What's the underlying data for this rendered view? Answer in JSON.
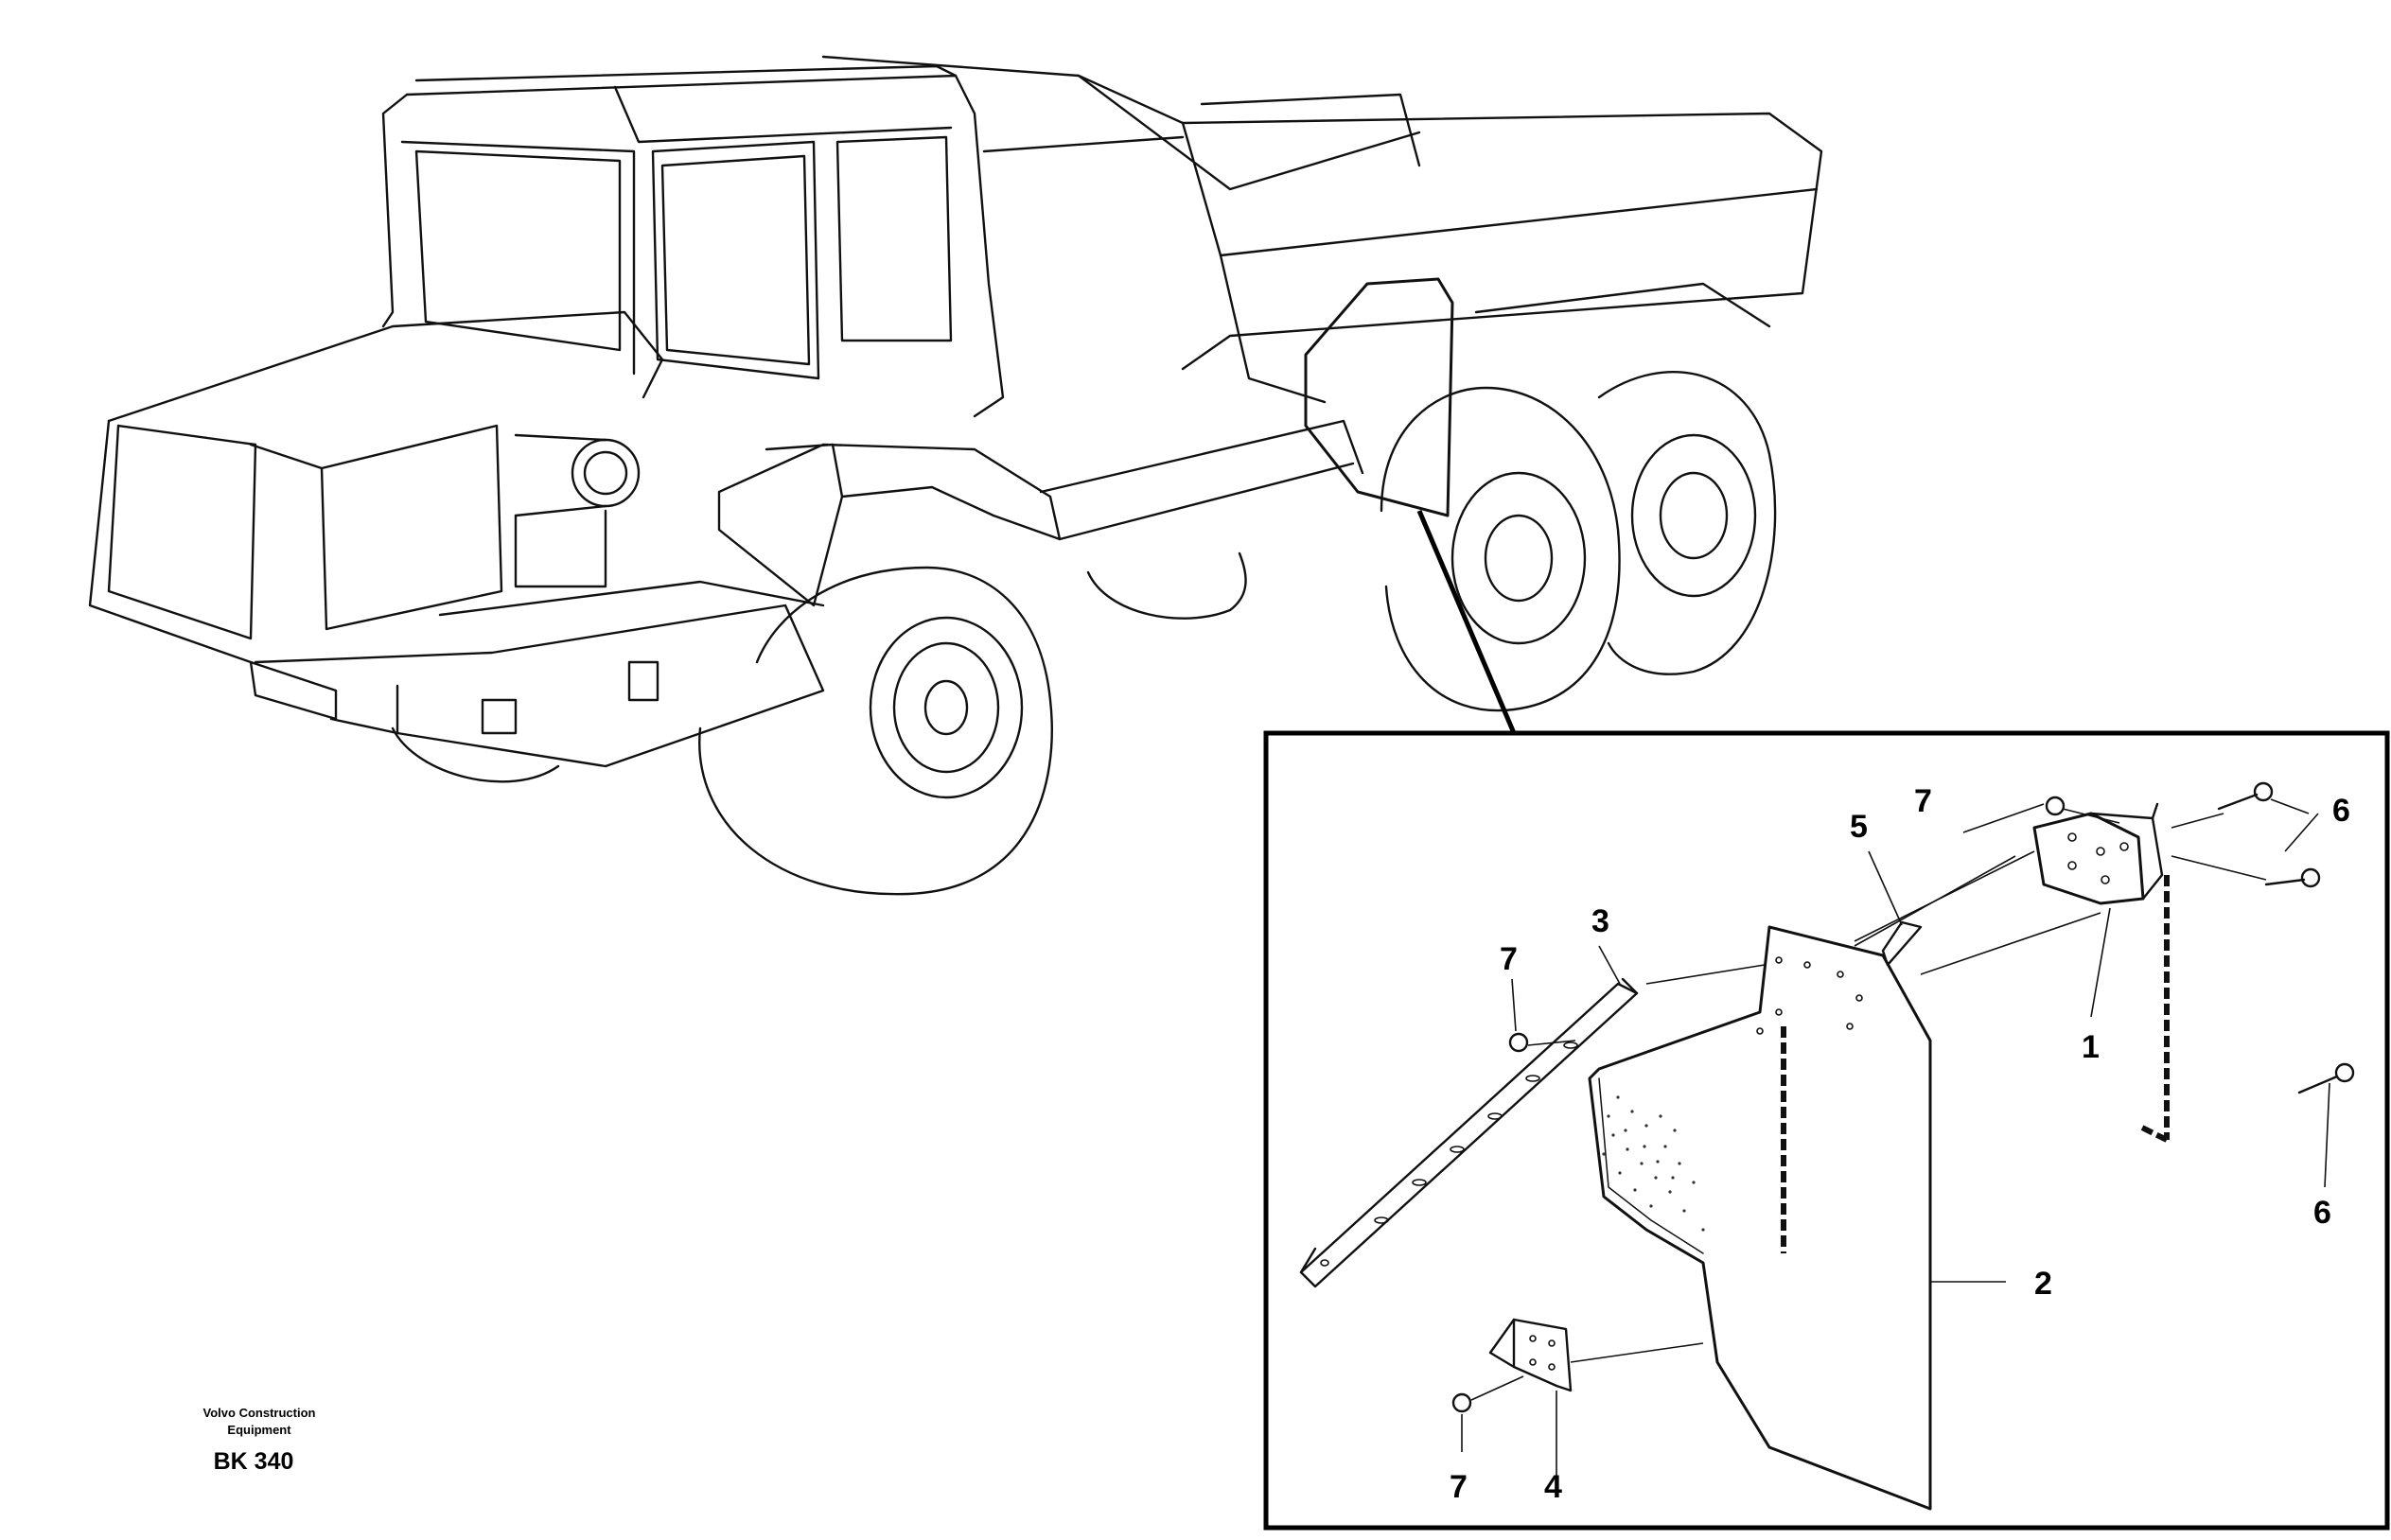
{
  "caption": {
    "company_line1": "Volvo Construction",
    "company_line2": "Equipment",
    "code": "BK 340"
  },
  "callouts": {
    "c1": "1",
    "c2": "2",
    "c3": "3",
    "c4": "4",
    "c5": "5",
    "c6a": "6",
    "c6b": "6",
    "c7a": "7",
    "c7b": "7",
    "c7c": "7"
  }
}
